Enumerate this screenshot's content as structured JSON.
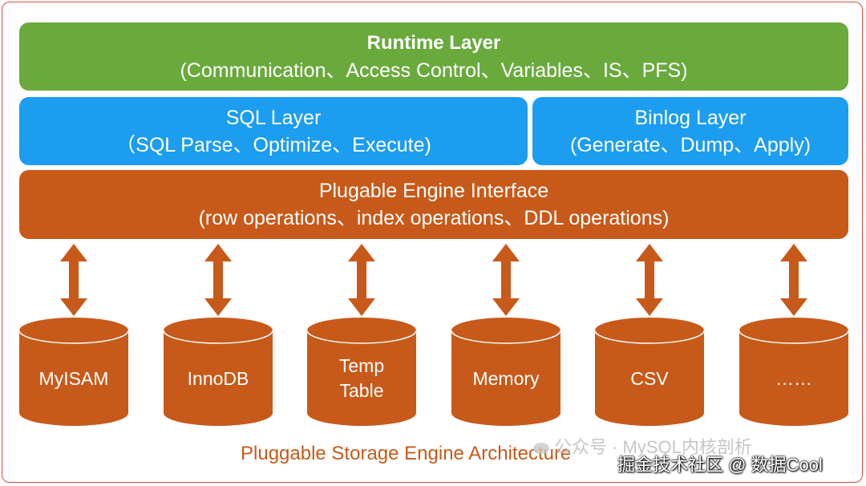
{
  "runtime_layer": {
    "title": "Runtime Layer",
    "subtitle": "(Communication、Access Control、Variables、IS、PFS)",
    "color": "#6aaa3d"
  },
  "sql_layer": {
    "title": "SQL Layer",
    "subtitle": "（SQL Parse、Optimize、Execute)",
    "color": "#1c9df0"
  },
  "binlog_layer": {
    "title": "Binlog Layer",
    "subtitle": "(Generate、Dump、Apply)",
    "color": "#1c9df0"
  },
  "engine_interface": {
    "title": "Plugable Engine Interface",
    "subtitle": "(row operations、index operations、DDL operations)",
    "color": "#c75a1a"
  },
  "engines": [
    {
      "name": "MyISAM"
    },
    {
      "name": "InnoDB"
    },
    {
      "name": "Temp\nTable"
    },
    {
      "name": "Memory"
    },
    {
      "name": "CSV"
    },
    {
      "name": "……"
    }
  ],
  "caption": "Pluggable Storage Engine Architecture",
  "watermark": {
    "line1": "公众号 · MySQL内核剖析",
    "line2": "掘金技术社区 @ 数据Cool"
  }
}
